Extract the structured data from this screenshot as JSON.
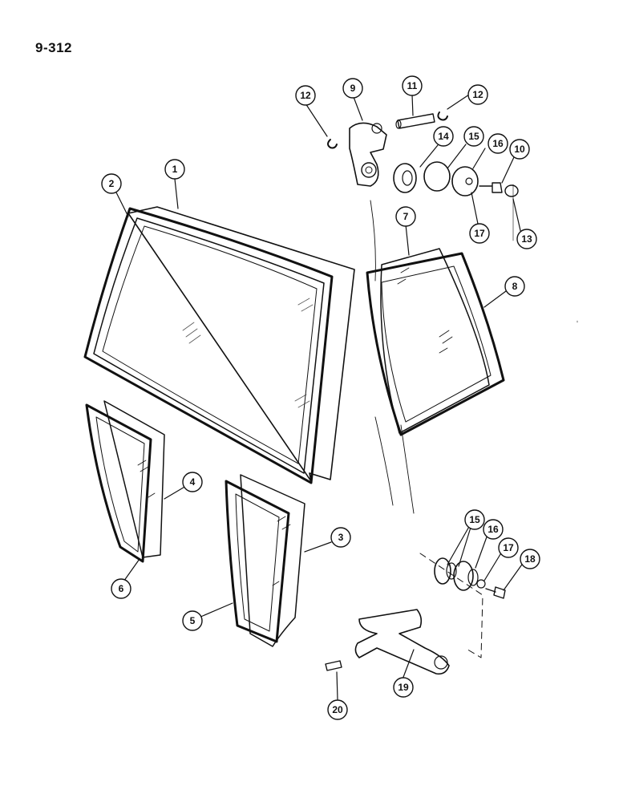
{
  "page_number": "9-312",
  "callouts": [
    {
      "id": "1",
      "label": "1"
    },
    {
      "id": "2",
      "label": "2"
    },
    {
      "id": "3",
      "label": "3"
    },
    {
      "id": "4",
      "label": "4"
    },
    {
      "id": "5",
      "label": "5"
    },
    {
      "id": "6",
      "label": "6"
    },
    {
      "id": "7",
      "label": "7"
    },
    {
      "id": "8",
      "label": "8"
    },
    {
      "id": "9",
      "label": "9"
    },
    {
      "id": "10",
      "label": "10"
    },
    {
      "id": "11",
      "label": "11"
    },
    {
      "id": "12a",
      "label": "12"
    },
    {
      "id": "12b",
      "label": "12"
    },
    {
      "id": "13",
      "label": "13"
    },
    {
      "id": "14",
      "label": "14"
    },
    {
      "id": "15a",
      "label": "15"
    },
    {
      "id": "15b",
      "label": "15"
    },
    {
      "id": "16a",
      "label": "16"
    },
    {
      "id": "16b",
      "label": "16"
    },
    {
      "id": "17a",
      "label": "17"
    },
    {
      "id": "17b",
      "label": "17"
    },
    {
      "id": "18",
      "label": "18"
    },
    {
      "id": "19",
      "label": "19"
    },
    {
      "id": "20",
      "label": "20"
    }
  ]
}
